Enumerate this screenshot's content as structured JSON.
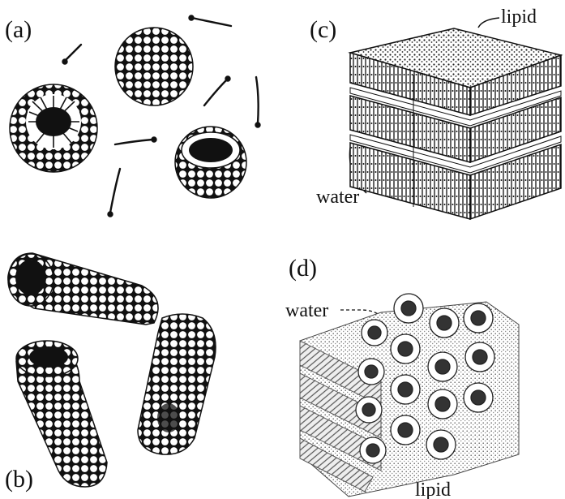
{
  "figure": {
    "panels": {
      "a": {
        "label": "(a)"
      },
      "b": {
        "label": "(b)"
      },
      "c": {
        "label": "(c)",
        "lipid_label": "lipid",
        "water_label": "water"
      },
      "d": {
        "label": "(d)",
        "water_label": "water",
        "lipid_label": "lipid"
      }
    }
  },
  "colors": {
    "ink": "#111111",
    "paper": "#ffffff",
    "grey": "#777777"
  }
}
